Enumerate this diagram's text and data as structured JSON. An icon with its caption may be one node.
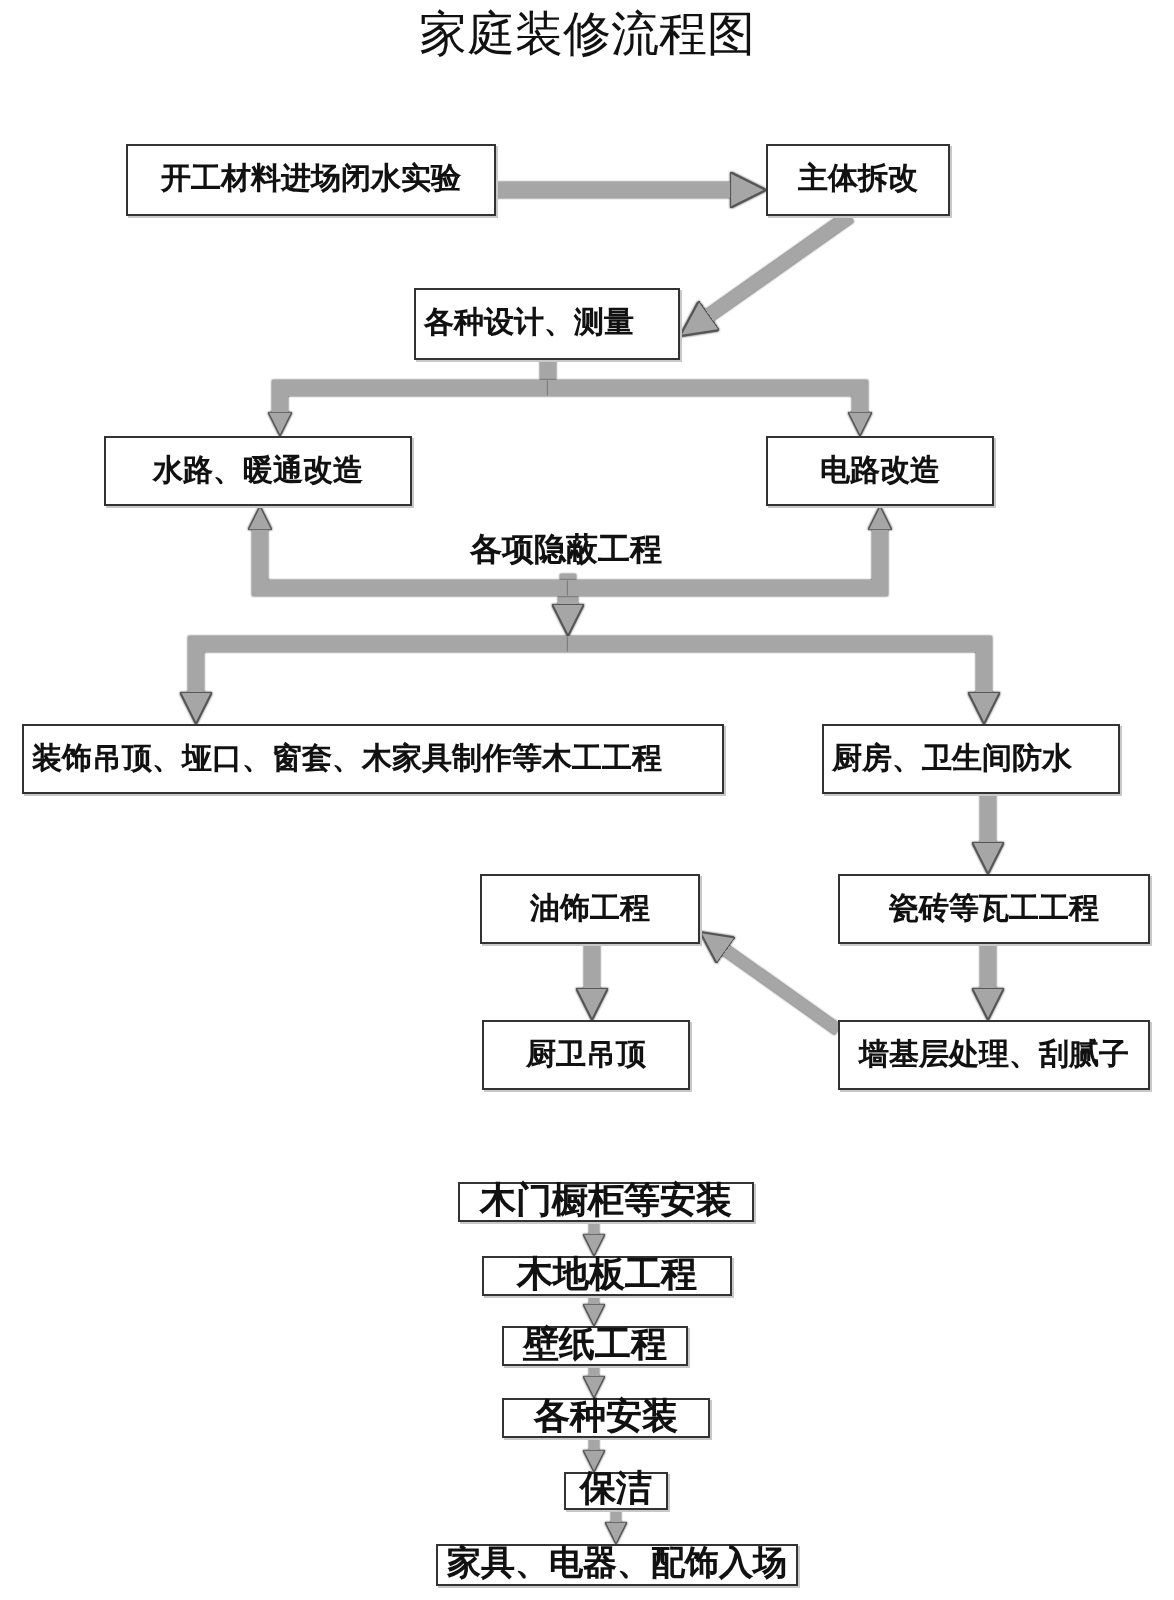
{
  "diagram": {
    "title": "家庭装修流程图",
    "nodes": [
      {
        "text": [
          "开工材料进场闭水实验"
        ]
      },
      {
        "text": [
          "主体拆改"
        ]
      },
      {
        "text": [
          "各种设计、测量"
        ]
      },
      {
        "text": [
          "水路、暖通改造"
        ]
      },
      {
        "text": [
          "电路改造"
        ]
      },
      {
        "text": [
          "各项隐蔽工程"
        ]
      },
      {
        "text": [
          "装饰吊顶、垭口、窗套、木家具制作等木工工程"
        ]
      },
      {
        "text": [
          "厨房、卫生间防水"
        ]
      },
      {
        "text": [
          "油饰工程"
        ]
      },
      {
        "text": [
          "瓷砖等瓦工工程"
        ]
      },
      {
        "text": [
          "厨卫吊顶"
        ]
      },
      {
        "text": [
          "墙基层处理、刮腻子"
        ]
      },
      {
        "text": [
          "木门橱柜等安装"
        ]
      },
      {
        "text": [
          "木地板工程"
        ]
      },
      {
        "text": [
          "壁纸工程"
        ]
      },
      {
        "text": [
          "各种安装"
        ]
      },
      {
        "text": [
          "保洁"
        ]
      },
      {
        "text": [
          "家具、电器、配饰入场"
        ]
      }
    ],
    "edges": [
      {
        "from": 0,
        "to": 1,
        "arrow": "to"
      },
      {
        "from": 1,
        "to": 2,
        "arrow": "to"
      },
      {
        "from": 2,
        "to": 3,
        "arrow": "to"
      },
      {
        "from": 2,
        "to": 4,
        "arrow": "to"
      },
      {
        "from": 5,
        "to": 3,
        "arrow": "to"
      },
      {
        "from": 5,
        "to": 4,
        "arrow": "to"
      },
      {
        "from": 5,
        "to": 6,
        "arrow": "to"
      },
      {
        "from": 5,
        "to": 7,
        "arrow": "to"
      },
      {
        "from": 7,
        "to": 9,
        "arrow": "to"
      },
      {
        "from": 9,
        "to": 11,
        "arrow": "to"
      },
      {
        "from": 11,
        "to": 8,
        "arrow": "to"
      },
      {
        "from": 8,
        "to": 10,
        "arrow": "to"
      },
      {
        "from": 12,
        "to": 13,
        "arrow": "to"
      },
      {
        "from": 13,
        "to": 14,
        "arrow": "to"
      },
      {
        "from": 14,
        "to": 15,
        "arrow": "to"
      },
      {
        "from": 15,
        "to": 16,
        "arrow": "to"
      },
      {
        "from": 16,
        "to": 17,
        "arrow": "to"
      }
    ]
  }
}
